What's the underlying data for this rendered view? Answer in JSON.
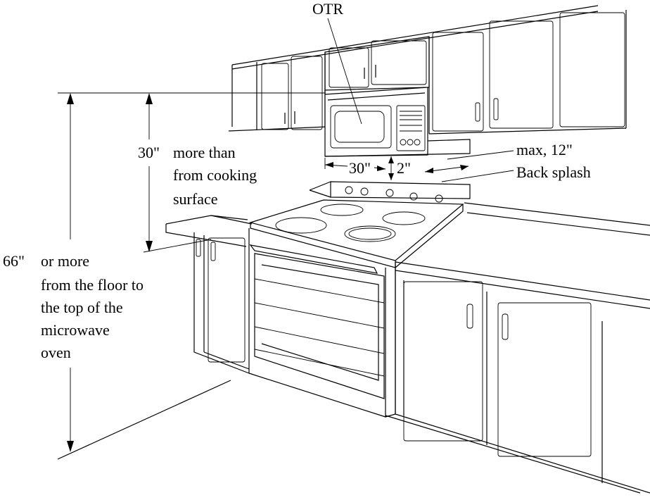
{
  "labels": {
    "otr": "OTR",
    "dim_30_left": "30\"",
    "more_than_lines": [
      "more than",
      "from cooking",
      "surface"
    ],
    "dim_66": "66\"",
    "or_more_lines": [
      "or more",
      "from the floor to",
      "the top of the",
      "microwave",
      "oven"
    ],
    "max_12": "max, 12\"",
    "back_splash": "Back splash",
    "dim_30_width": "30\"",
    "dim_2": "2\""
  }
}
